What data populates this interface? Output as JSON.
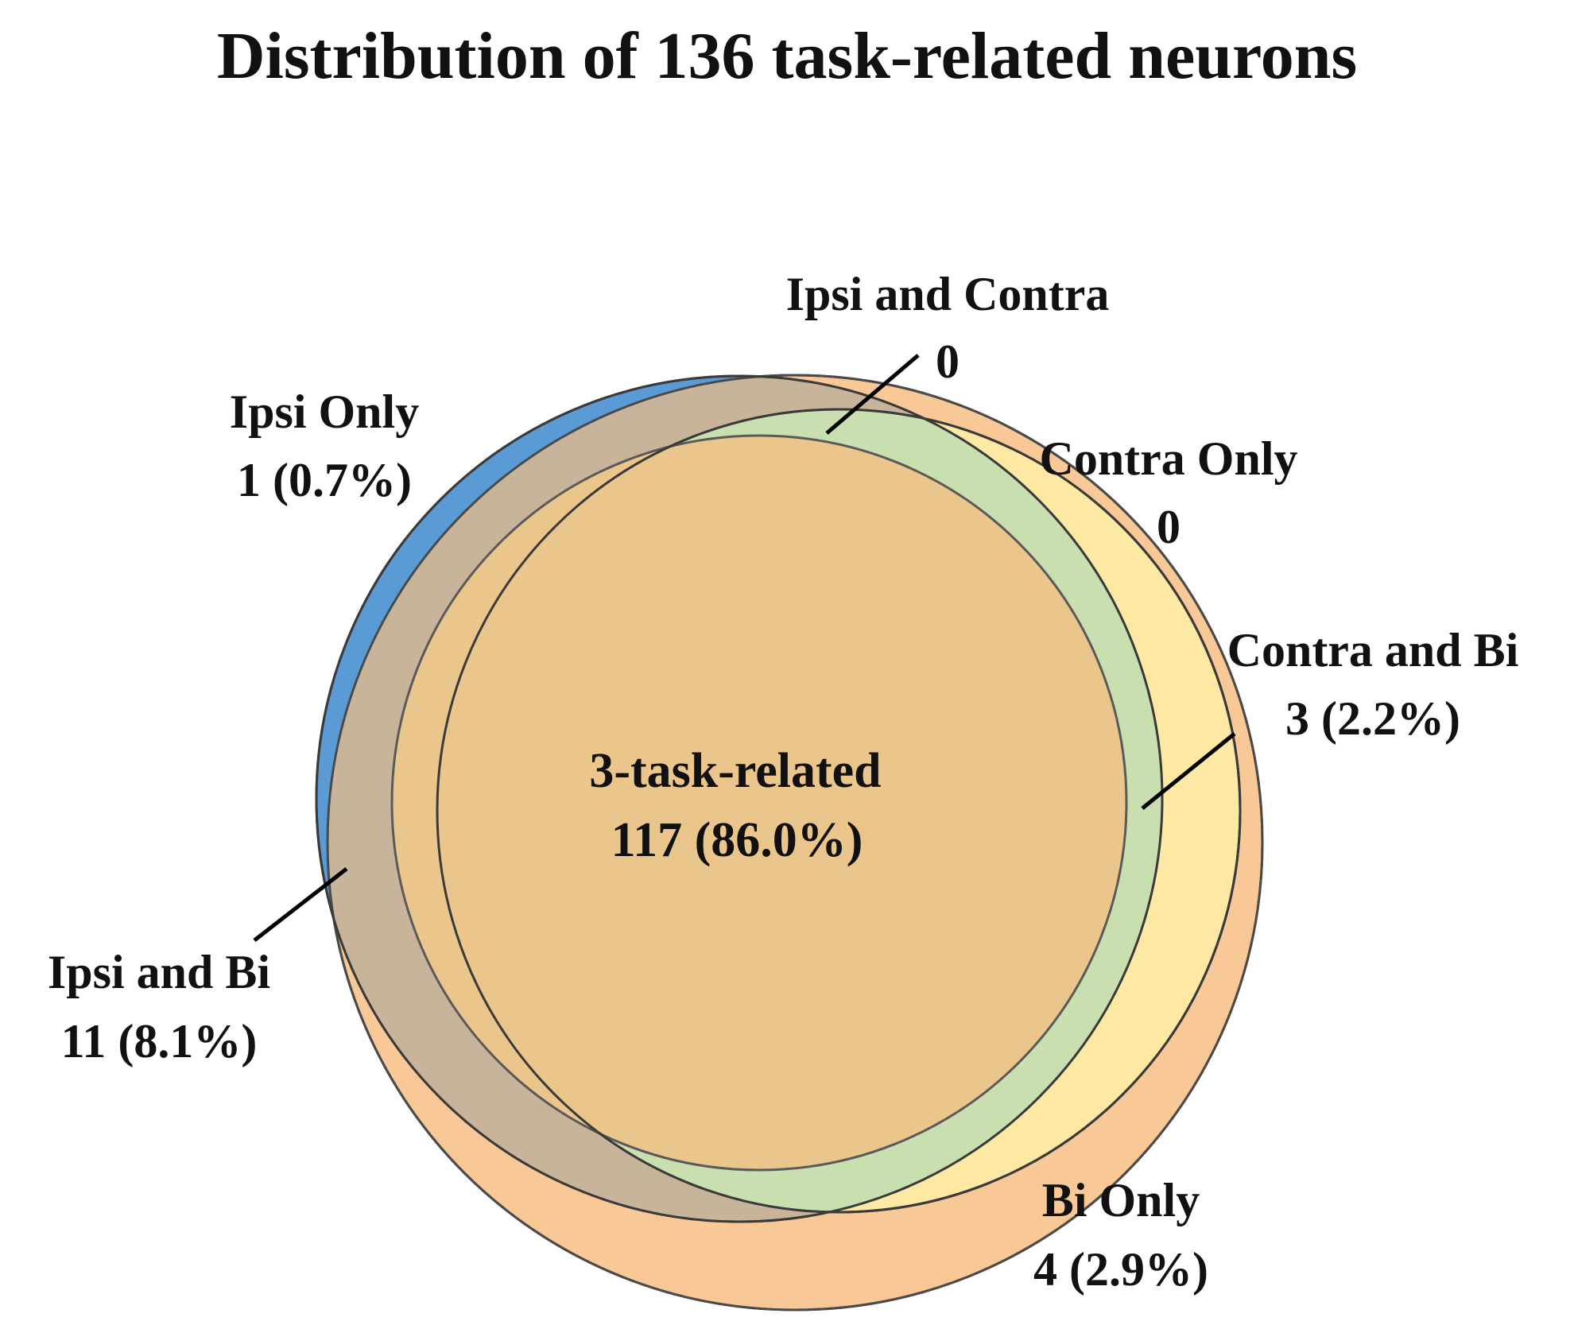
{
  "title": "Distribution of 136 task-related neurons",
  "colors": {
    "ipsi": "#5b9bd5",
    "contra": "#fff2a8",
    "bi": "#f8c896",
    "center": "#ebc68c",
    "ipsi_bi": "#c8b49a",
    "ipsi_contra": "#c9dfb0"
  },
  "center_region": {
    "name": "3-task-related",
    "value": "117 (86.0%)"
  },
  "regions": {
    "ipsi_only": {
      "name": "Ipsi Only",
      "value": "1 (0.7%)"
    },
    "ipsi_contra": {
      "name": "Ipsi and Contra",
      "value": "0"
    },
    "contra_only": {
      "name": "Contra Only",
      "value": "0"
    },
    "contra_bi": {
      "name": "Contra and Bi",
      "value": "3 (2.2%)"
    },
    "ipsi_bi": {
      "name": "Ipsi and Bi",
      "value": "11 (8.1%)"
    },
    "bi_only": {
      "name": "Bi Only",
      "value": "4 (2.9%)"
    }
  }
}
